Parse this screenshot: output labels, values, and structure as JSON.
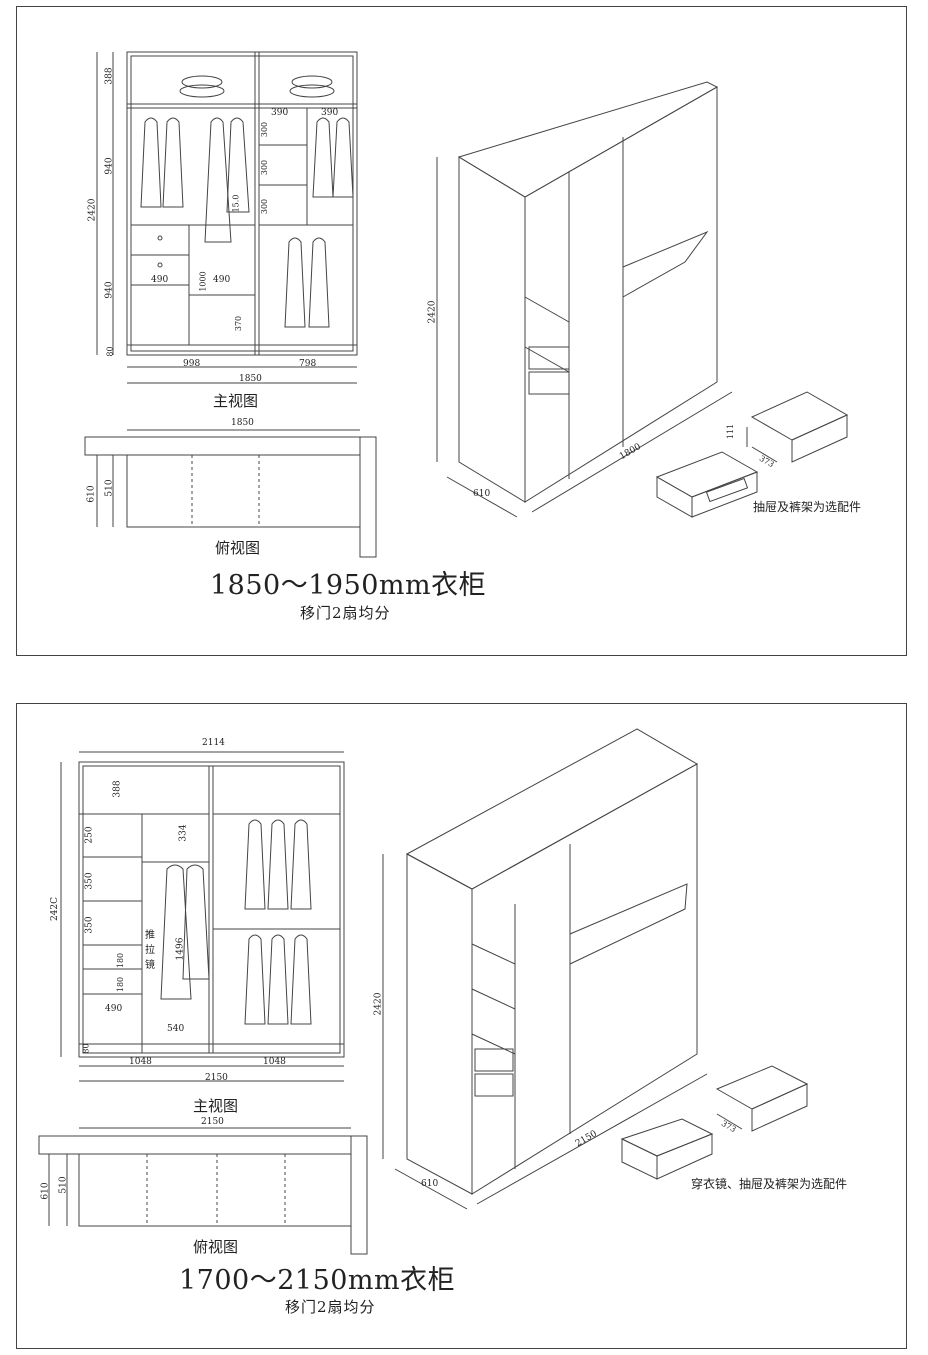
{
  "panel1": {
    "front_dims": {
      "top": "388",
      "mid1": "940",
      "mid2": "940",
      "base": "80",
      "total_h": "2420",
      "w_left": "998",
      "w_right": "798",
      "total_w": "1850",
      "c1": "390",
      "c2": "390",
      "s1": "300",
      "s2": "300",
      "s3": "300",
      "d1": "490",
      "d2": "490",
      "drawer_h": "1000",
      "rod": "15.0",
      "s4": "370"
    },
    "front_label": "主视图",
    "top_dims": {
      "w": "1850",
      "d1": "610",
      "d2": "510"
    },
    "top_label": "俯视图",
    "iso_dims": {
      "h": "2420",
      "d": "610",
      "w": "1800",
      "drawer_h": "111",
      "drawer_d": "373"
    },
    "note": "抽屉及裤架为选配件",
    "title": "1850～1950mm衣柜",
    "subtitle": "移门2扇均分"
  },
  "panel2": {
    "front_dims": {
      "top_w": "2114",
      "top": "388",
      "s1": "250",
      "s2": "350",
      "s3": "350",
      "d1": "180",
      "d2": "180",
      "base": "80",
      "total_h": "242C",
      "c1": "334",
      "hang": "1496",
      "mirror": "推拉镜",
      "w_d": "490",
      "w_m": "540",
      "w_left": "1048",
      "w_right": "1048",
      "total_w": "2150"
    },
    "front_label": "主视图",
    "top_dims": {
      "w": "2150",
      "d1": "610",
      "d2": "510"
    },
    "top_label": "俯视图",
    "iso_dims": {
      "h": "2420",
      "d": "610",
      "w": "2150",
      "drawer_d": "373"
    },
    "note": "穿衣镜、抽屉及裤架为选配件",
    "title": "1700～2150mm衣柜",
    "subtitle": "移门2扇均分"
  }
}
